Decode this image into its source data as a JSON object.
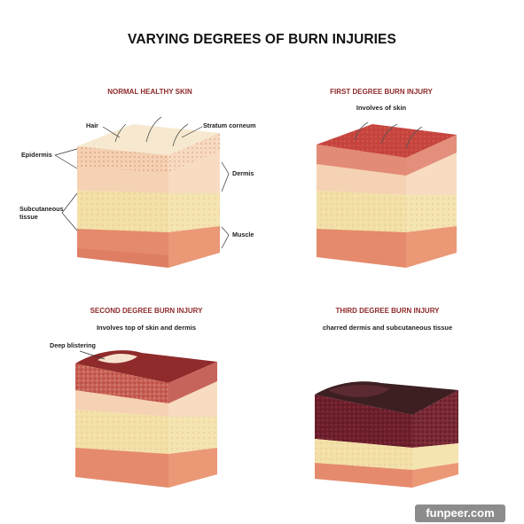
{
  "title": "VARYING DEGREES OF BURN INJURIES",
  "panels": {
    "normal": {
      "heading": "NORMAL HEALTHY SKIN",
      "labels": {
        "hair": "Hair",
        "stratum": "Stratum corneum",
        "epidermis": "Epidermis",
        "dermis": "Dermis",
        "subcutaneous": "Subcutaneous tissue",
        "muscle": "Muscle"
      }
    },
    "first": {
      "heading": "FIRST DEGREE BURN INJURY",
      "caption": "Involves of skin"
    },
    "second": {
      "heading": "SECOND DEGREE BURN INJURY",
      "caption": "Involves top of skin and dermis",
      "label": "Deep blistering"
    },
    "third": {
      "heading": "THIRD DEGREE BURN INJURY",
      "caption": "charred  dermis and subcutaneous tissue"
    }
  },
  "watermark": "funpeer.com",
  "colors": {
    "heading": "#8f2b2b",
    "epidermis": "#f2d3b6",
    "dermis": "#f6d5b5",
    "subcutaneous": "#f2e0a6",
    "muscle": "#e58a6c",
    "burn_red": "#c0392b",
    "char": "#3d1f22"
  }
}
